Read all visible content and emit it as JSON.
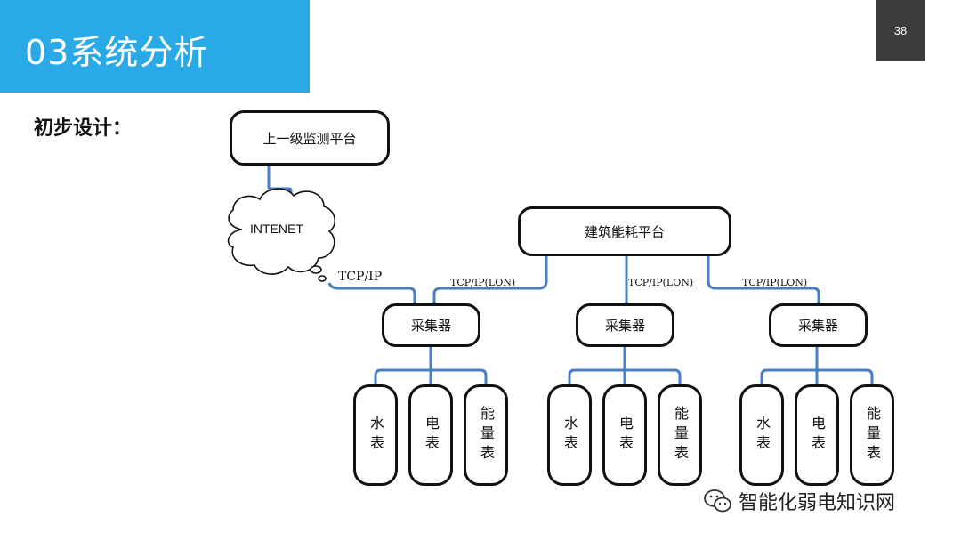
{
  "slide": {
    "title": "03系统分析",
    "page_number": "38",
    "heading": "初步设计："
  },
  "diagram": {
    "top_platform": "上一级监测平台",
    "cloud": "INTENET",
    "cloud_link_label": "TCP/IP",
    "building_platform": "建筑能耗平台",
    "link_labels": [
      "TCP/IP(LON)",
      "TCP/IP(LON)",
      "TCP/IP(LON)"
    ],
    "collectors": [
      "采集器",
      "采集器",
      "采集器"
    ],
    "meters": [
      "水表",
      "电表",
      "能量表"
    ],
    "line_color": "#4a7ec0",
    "box_border_color": "#111111"
  },
  "footer": {
    "brand": "智能化弱电知识网",
    "icon": "wechat-icon"
  }
}
